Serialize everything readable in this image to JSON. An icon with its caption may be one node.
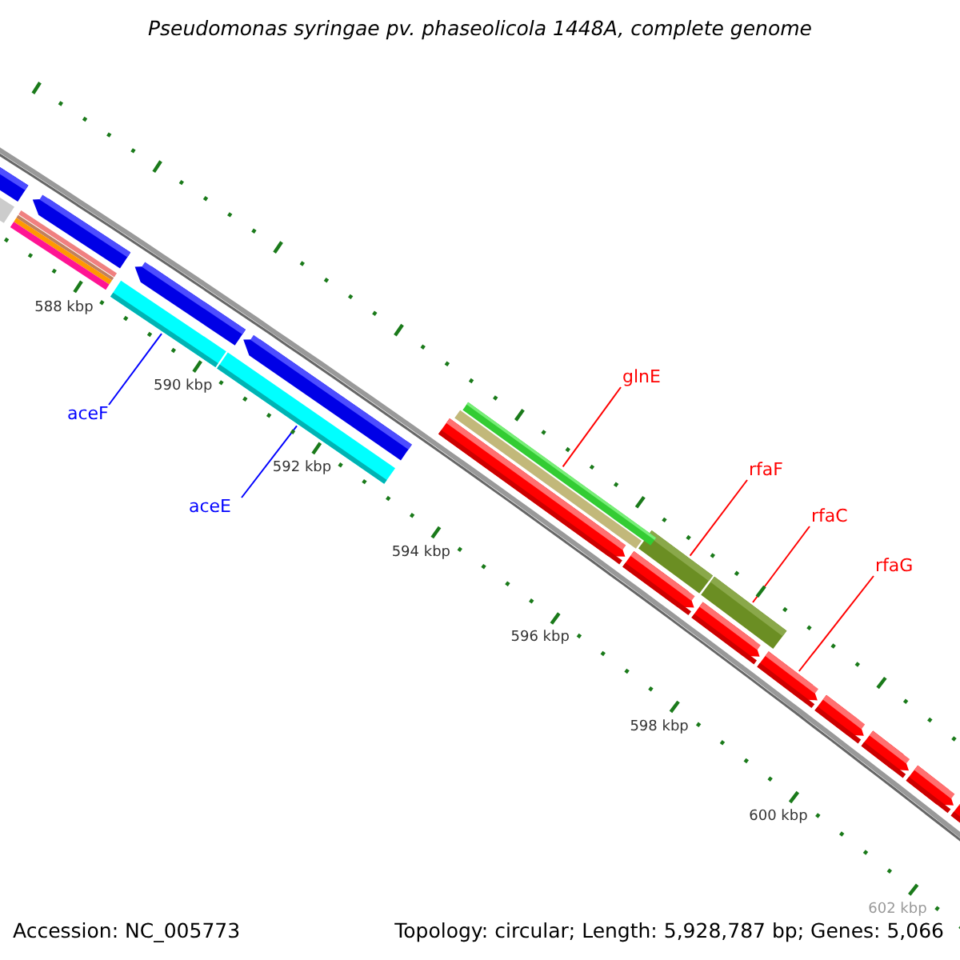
{
  "diagram": {
    "title": "Pseudomonas syringae pv. phaseolicola 1448A, complete genome",
    "nodes": [
      {
        "text": [
          "aceF"
        ]
      },
      {
        "text": [
          "aceE"
        ]
      },
      {
        "text": [
          "glnE"
        ]
      },
      {
        "text": [
          "rfaF"
        ]
      },
      {
        "text": [
          "rfaC"
        ]
      },
      {
        "text": [
          "rfaG"
        ]
      },
      {
        "text": [],
        "shape": "bar"
      },
      {
        "text": [],
        "shape": "bar"
      },
      {
        "text": [],
        "shape": "bar"
      },
      {
        "text": [],
        "shape": "bar"
      },
      {
        "text": [],
        "shape": "bar"
      },
      {
        "text": [],
        "shape": "arrow"
      }
    ],
    "edges": [
      {
        "from": 0,
        "to": 6,
        "arrow": "none",
        "color": "#0000ff"
      },
      {
        "from": 1,
        "to": 7,
        "arrow": "none",
        "color": "#0000ff"
      },
      {
        "from": 2,
        "to": 8,
        "arrow": "none"
      },
      {
        "from": 3,
        "to": 9,
        "arrow": "none"
      },
      {
        "from": 4,
        "to": 10,
        "arrow": "none"
      },
      {
        "from": 5,
        "to": 11,
        "arrow": "none"
      }
    ],
    "labels": [
      "588 kbp",
      "590 kbp",
      "592 kbp",
      "594 kbp",
      "596 kbp",
      "598 kbp",
      "600 kbp",
      "602 kbp",
      "Accession: NC_005773",
      "Topology: circular; Length: 5,928,787 bp; Genes: 5,066"
    ]
  }
}
